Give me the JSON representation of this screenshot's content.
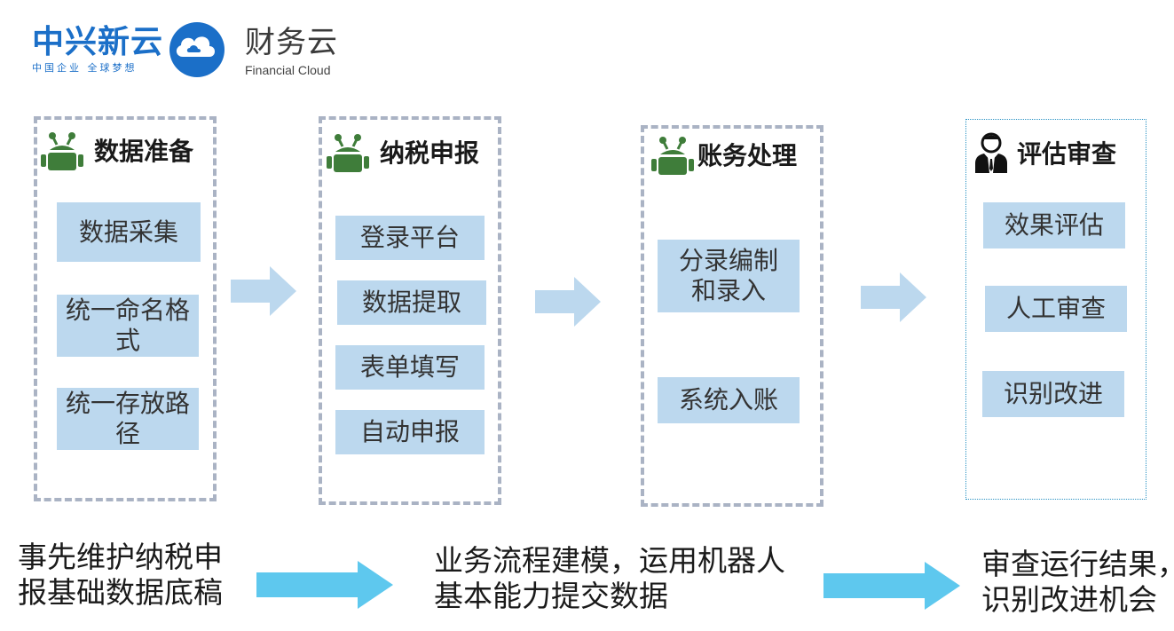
{
  "logo": {
    "brand_cn": "中兴新云",
    "brand_slogan": "中国企业 全球梦想",
    "product_cn": "财务云",
    "product_en": "Financial Cloud"
  },
  "stages": [
    {
      "title": "数据准备",
      "icon": "robot-icon",
      "steps": [
        "数据采集",
        "统一命名格式",
        "统一存放路径"
      ]
    },
    {
      "title": "纳税申报",
      "icon": "robot-icon",
      "steps": [
        "登录平台",
        "数据提取",
        "表单填写",
        "自动申报"
      ]
    },
    {
      "title": "账务处理",
      "icon": "robot-icon",
      "steps": [
        "分录编制和录入",
        "系统入账"
      ]
    },
    {
      "title": "评估审查",
      "icon": "person-icon",
      "steps": [
        "效果评估",
        "人工审查",
        "识别改进"
      ]
    }
  ],
  "bottom": {
    "left": [
      "事先维护纳税申",
      "报基础数据底稿"
    ],
    "middle": [
      "业务流程建模，运用机器人",
      "基本能力提交数据"
    ],
    "right": [
      "审查运行结果，",
      "识别改进机会"
    ]
  },
  "colors": {
    "brand_blue": "#1b6fc8",
    "step_fill": "#bcd8ee",
    "stage_border": "#aab3c4",
    "upper_arrow": "#bcd8ee",
    "lower_arrow": "#5ec8ee",
    "robot_green": "#3f7d3a"
  }
}
